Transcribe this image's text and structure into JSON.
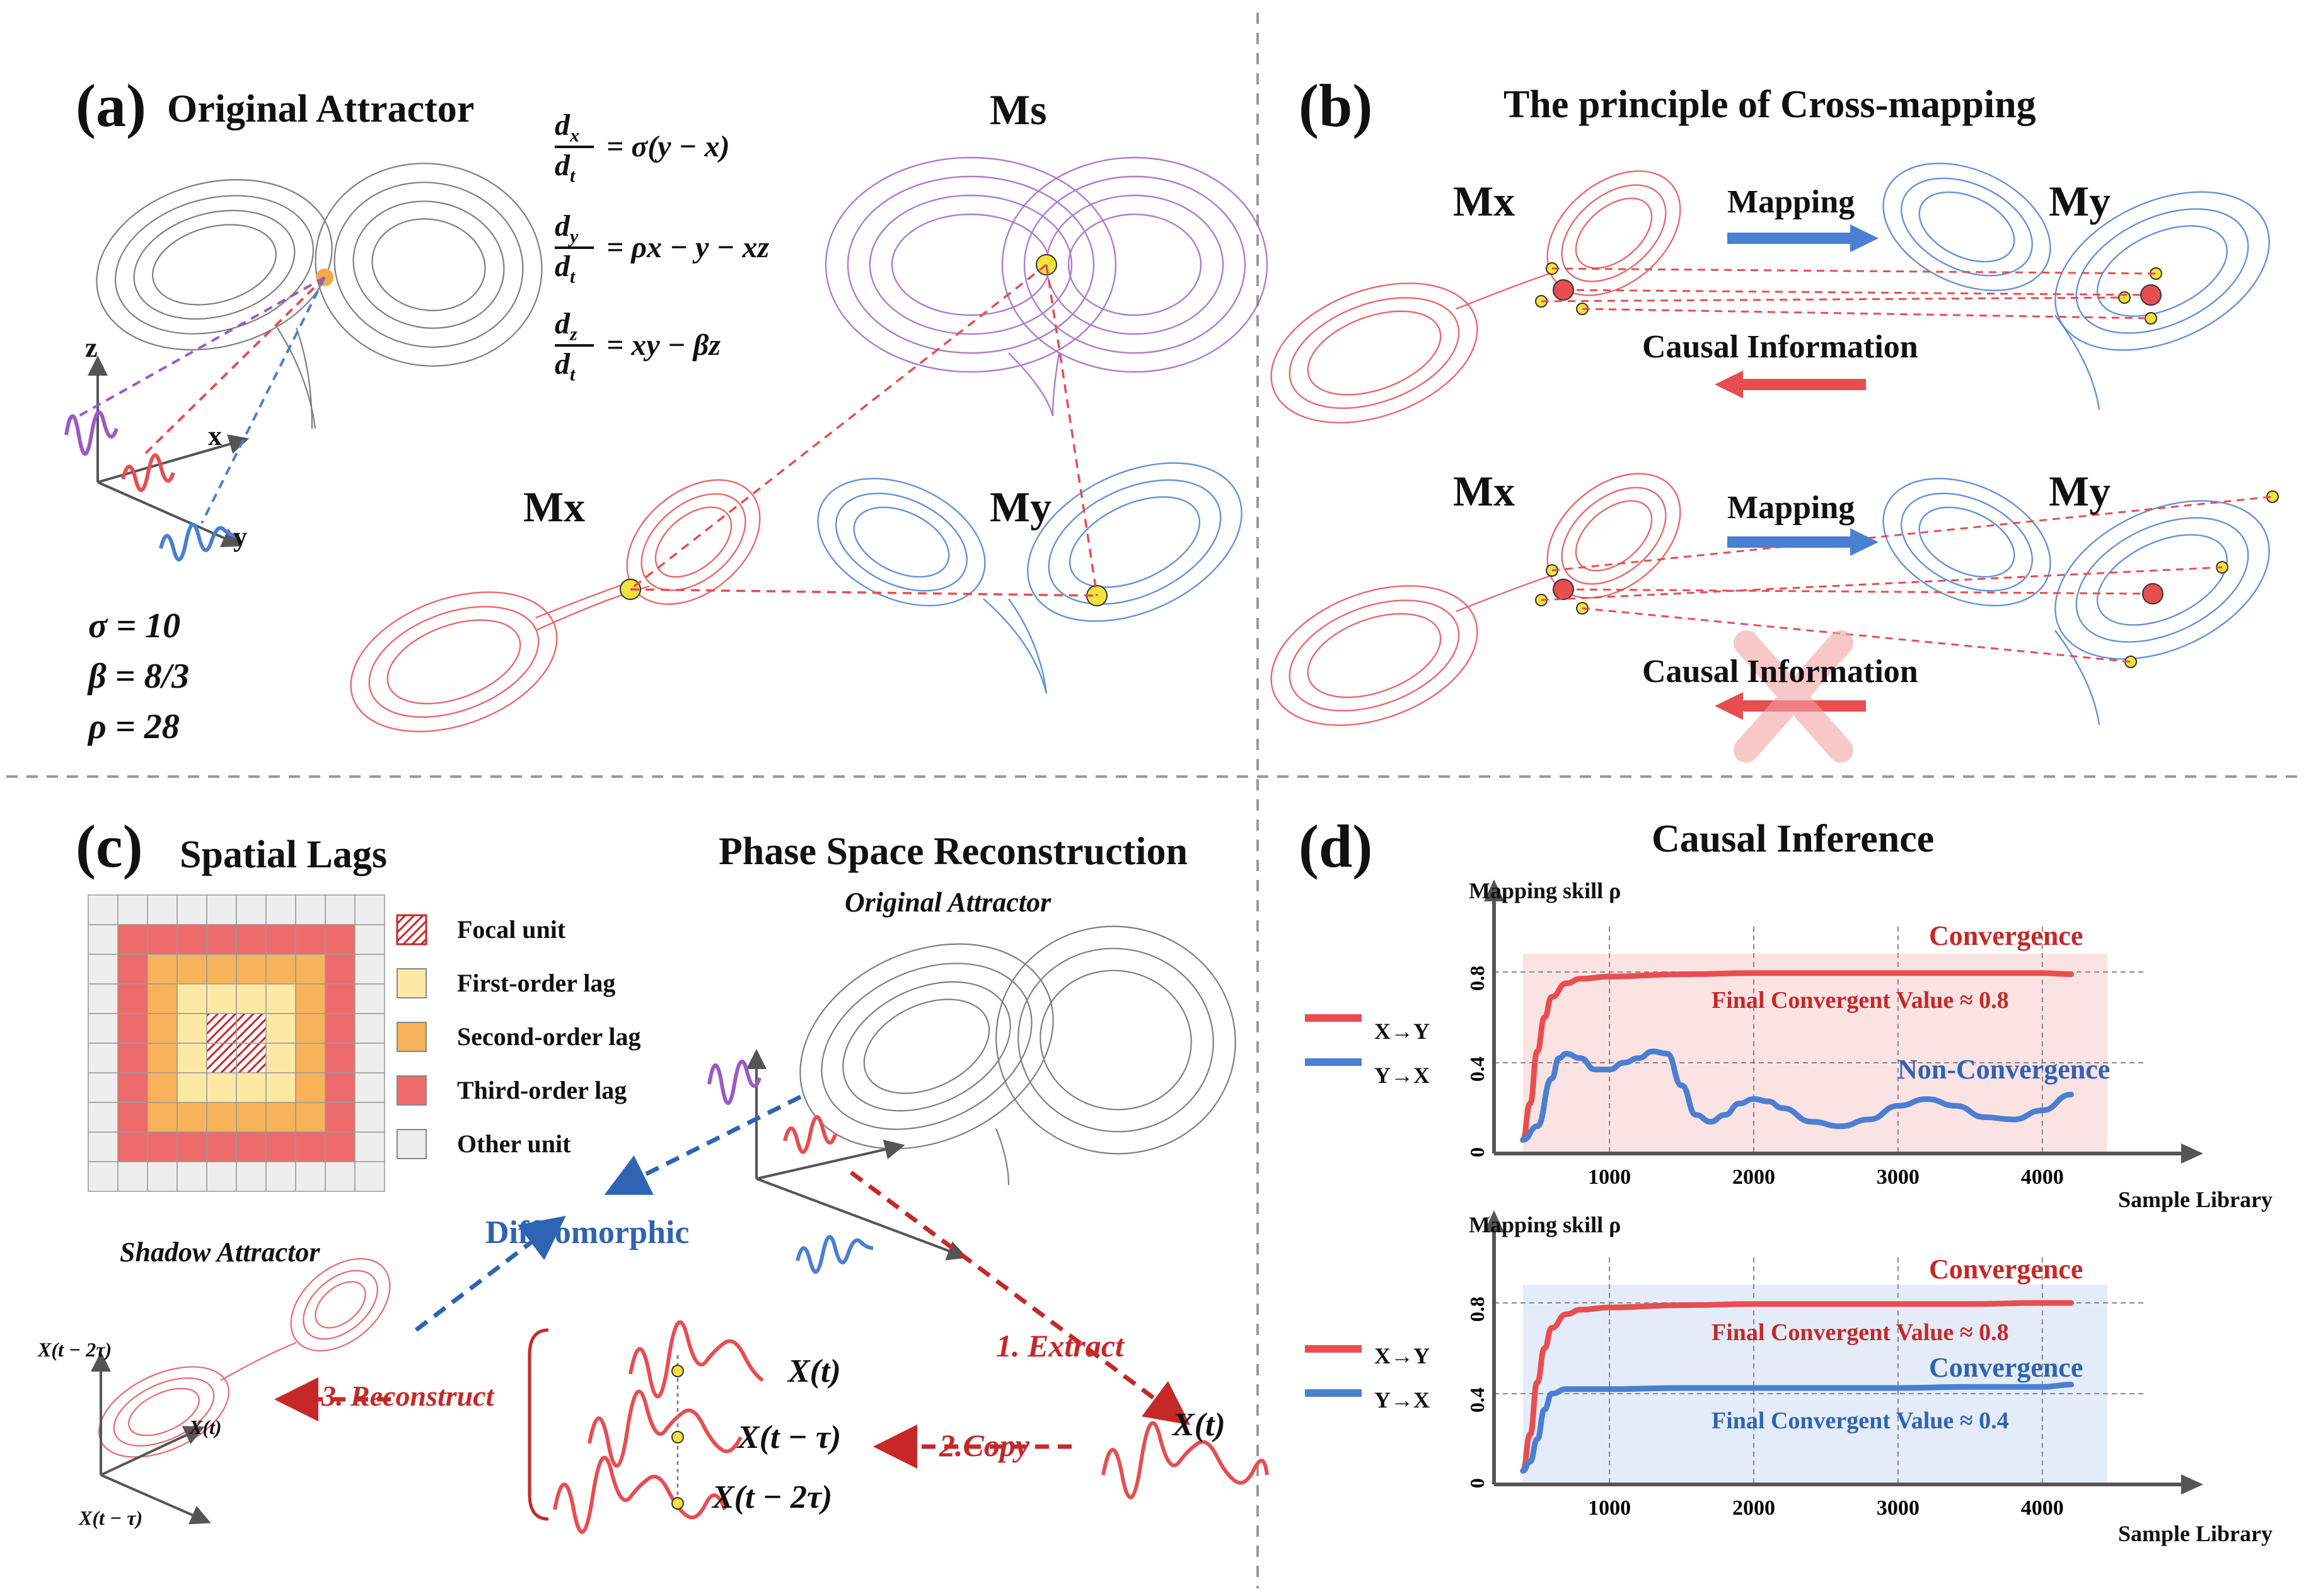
{
  "colors": {
    "red": "#e84d50",
    "blue": "#4a7fd1",
    "purple": "#9b59c6",
    "gray": "#555555",
    "dark_red": "#c62828",
    "dark_blue": "#2f63b3",
    "yellow": "#f5e23c",
    "orange": "#f4a94b",
    "first_order": "#fde9a3",
    "second_order": "#f8b25a",
    "third_order": "#ee6b6b",
    "pink_bg": "#fbe3e3",
    "blue_bg": "#e3ecf8"
  },
  "panel_a": {
    "letter": "(a)",
    "title": "Original Attractor",
    "eq1_num": "d",
    "eq1_num_sub": "x",
    "eq1_den": "d",
    "eq1_den_sub": "t",
    "eq1_rhs": "= σ(y − x)",
    "eq2_num": "d",
    "eq2_num_sub": "y",
    "eq2_den": "d",
    "eq2_den_sub": "t",
    "eq2_rhs": "= ρx − y − xz",
    "eq3_num": "d",
    "eq3_num_sub": "z",
    "eq3_den": "d",
    "eq3_den_sub": "t",
    "eq3_rhs": "= xy − βz",
    "ms_label": "Ms",
    "mx_label": "Mx",
    "my_label": "My",
    "axis_z": "z",
    "axis_x": "x",
    "axis_y": "y",
    "sigma": "σ = 10",
    "beta": "β = 8/3",
    "rho": "ρ = 28"
  },
  "panel_b": {
    "letter": "(b)",
    "title": "The principle of Cross-mapping",
    "mx_label_top": "Mx",
    "my_label_top": "My",
    "mapping_top": "Mapping",
    "causal_top": "Causal Information",
    "mx_label_bottom": "Mx",
    "my_label_bottom": "My",
    "mapping_bottom": "Mapping",
    "causal_bottom": "Causal Information"
  },
  "panel_c": {
    "letter": "(c)",
    "title_left": "Spatial Lags",
    "title_right": "Phase Space Reconstruction",
    "legend": [
      {
        "label": "Focal unit",
        "swatch": "hatch"
      },
      {
        "label": "First-order lag",
        "swatch": "#fde9a3"
      },
      {
        "label": "Second-order lag",
        "swatch": "#f8b25a"
      },
      {
        "label": "Third-order lag",
        "swatch": "#ee6b6b"
      },
      {
        "label": "Other unit",
        "swatch": "#eeeeee"
      }
    ],
    "original_attractor": "Original Attractor",
    "shadow_attractor": "Shadow Attractor",
    "diffeomorphic": "Diffeomorphic",
    "step1": "1. Extract",
    "step2": "2.Copy",
    "step3": "3. Reconstruct",
    "xt": "X(t)",
    "xt_tau": "X(t − τ)",
    "xt_2tau": "X(t − 2τ)",
    "xt_right": "X(t)",
    "axis_top": "X(t − 2τ)",
    "axis_mid": "X(t)",
    "axis_bottom": "X(t − τ)"
  },
  "panel_d": {
    "letter": "(d)",
    "title": "Causal Inference"
  },
  "chart_data": [
    {
      "type": "line",
      "ylabel": "Mapping skill ρ",
      "xlabel": "Sample Library",
      "xticks": [
        1000,
        2000,
        3000,
        4000
      ],
      "yticks": [
        0,
        0.4,
        0.8
      ],
      "ytick_labels": [
        "0",
        "0.4",
        "0.8"
      ],
      "xlim": [
        200,
        4700
      ],
      "ylim": [
        0,
        1.0
      ],
      "legend_placement": "left",
      "series": [
        {
          "name": "X→Y",
          "color": "#e84d50",
          "x": [
            400,
            450,
            500,
            550,
            600,
            700,
            800,
            1000,
            1500,
            2000,
            2500,
            3000,
            3500,
            4000,
            4200
          ],
          "values": [
            0.06,
            0.22,
            0.45,
            0.6,
            0.69,
            0.75,
            0.77,
            0.78,
            0.79,
            0.795,
            0.795,
            0.795,
            0.795,
            0.795,
            0.79
          ]
        },
        {
          "name": "Y→X",
          "color": "#4a7fd1",
          "x": [
            400,
            500,
            600,
            650,
            700,
            800,
            900,
            1000,
            1100,
            1200,
            1300,
            1400,
            1500,
            1600,
            1700,
            1800,
            1900,
            2000,
            2100,
            2200,
            2400,
            2600,
            2800,
            3000,
            3200,
            3400,
            3600,
            3800,
            4000,
            4200
          ],
          "values": [
            0.06,
            0.12,
            0.33,
            0.42,
            0.44,
            0.42,
            0.37,
            0.37,
            0.4,
            0.42,
            0.45,
            0.44,
            0.3,
            0.17,
            0.14,
            0.17,
            0.22,
            0.24,
            0.23,
            0.2,
            0.14,
            0.12,
            0.15,
            0.21,
            0.24,
            0.21,
            0.16,
            0.15,
            0.19,
            0.26
          ]
        }
      ],
      "annotations": [
        {
          "text": "Convergence",
          "color": "#c62828"
        },
        {
          "text": "Final Convergent Value ≈ 0.8",
          "color": "#c62828"
        },
        {
          "text": "Non-Convergence",
          "color": "#2f63b3"
        }
      ],
      "background": "#fbe3e3"
    },
    {
      "type": "line",
      "ylabel": "Mapping skill ρ",
      "xlabel": "Sample Library",
      "xticks": [
        1000,
        2000,
        3000,
        4000
      ],
      "yticks": [
        0,
        0.4,
        0.8
      ],
      "ytick_labels": [
        "0",
        "0.4",
        "0.8"
      ],
      "xlim": [
        200,
        4700
      ],
      "ylim": [
        0,
        1.0
      ],
      "legend_placement": "left",
      "series": [
        {
          "name": "X→Y",
          "color": "#e84d50",
          "x": [
            400,
            450,
            500,
            550,
            600,
            700,
            800,
            1000,
            1500,
            2000,
            2500,
            3000,
            3500,
            4000,
            4200
          ],
          "values": [
            0.06,
            0.22,
            0.45,
            0.6,
            0.69,
            0.75,
            0.77,
            0.78,
            0.79,
            0.795,
            0.795,
            0.795,
            0.795,
            0.8,
            0.8
          ]
        },
        {
          "name": "Y→X",
          "color": "#4a7fd1",
          "x": [
            400,
            450,
            500,
            550,
            600,
            700,
            800,
            1000,
            1500,
            2000,
            2500,
            3000,
            3500,
            4000,
            4200
          ],
          "values": [
            0.06,
            0.1,
            0.2,
            0.33,
            0.4,
            0.42,
            0.42,
            0.42,
            0.425,
            0.425,
            0.425,
            0.425,
            0.43,
            0.43,
            0.44
          ]
        }
      ],
      "annotations": [
        {
          "text": "Convergence",
          "color": "#c62828"
        },
        {
          "text": "Final Convergent Value ≈ 0.8",
          "color": "#c62828"
        },
        {
          "text": "Convergence",
          "color": "#2f63b3"
        },
        {
          "text": "Final Convergent Value ≈ 0.4",
          "color": "#2f63b3"
        }
      ],
      "background": "#e3ecf8"
    }
  ]
}
